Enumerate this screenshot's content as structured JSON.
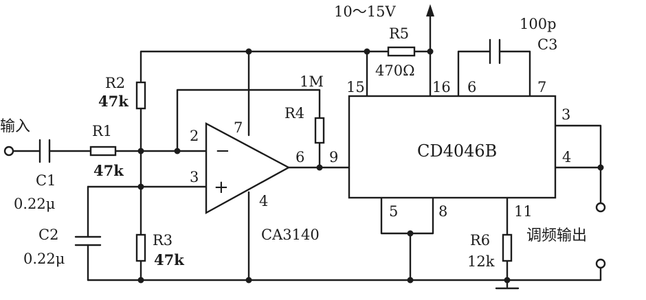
{
  "supply": {
    "label": "10～15V"
  },
  "ic_opamp": {
    "name": "CA3140",
    "pins": {
      "inv": "2",
      "noninv": "3",
      "out": "6",
      "vplus": "7",
      "vminus": "4"
    },
    "minus_sign": "−",
    "plus_sign": "+"
  },
  "ic_vco": {
    "name": "CD4046B",
    "pins": {
      "p15": "15",
      "p16": "16",
      "p6": "6",
      "p7": "7",
      "p3": "3",
      "p4": "4",
      "p9": "9",
      "p5": "5",
      "p8": "8",
      "p11": "11"
    }
  },
  "components": {
    "r1": {
      "name": "R1",
      "value": "47k"
    },
    "r2": {
      "name": "R2",
      "value": "47k"
    },
    "r3": {
      "name": "R3",
      "value": "47k"
    },
    "r4": {
      "name": "R4",
      "value": "1M"
    },
    "r5": {
      "name": "R5",
      "value": "470Ω"
    },
    "r6": {
      "name": "R6",
      "value": "12k"
    },
    "c1": {
      "name": "C1",
      "value": "0.22μ"
    },
    "c2": {
      "name": "C2",
      "value": "0.22μ"
    },
    "c3": {
      "name": "C3",
      "value": "100p"
    }
  },
  "terminals": {
    "input": "输入",
    "output": "调频输出"
  }
}
